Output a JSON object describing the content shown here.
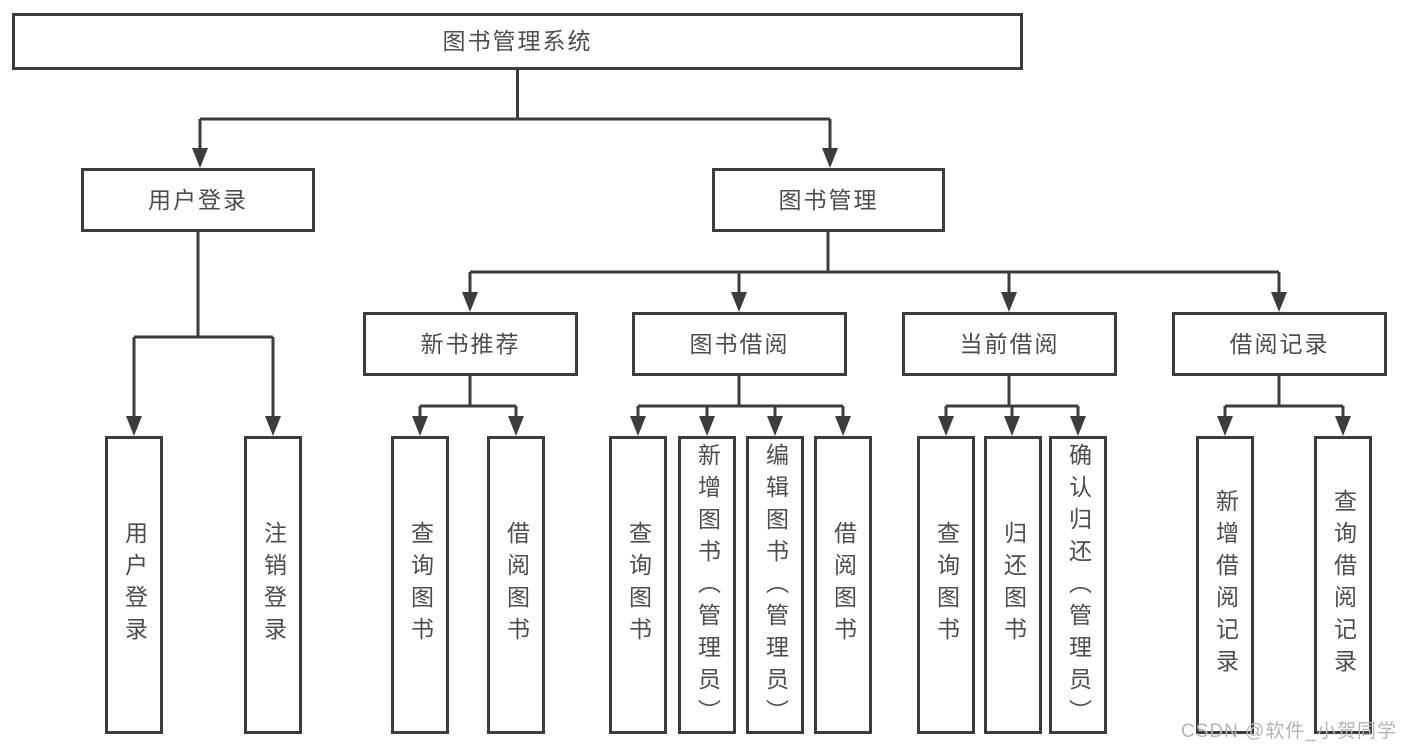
{
  "diagram": {
    "title_note": "library management system feature structure diagram",
    "root": {
      "label": "图书管理系统"
    },
    "level2": [
      {
        "label": "用户登录"
      },
      {
        "label": "图书管理"
      }
    ],
    "level3": [
      {
        "label": "新书推荐"
      },
      {
        "label": "图书借阅"
      },
      {
        "label": "当前借阅"
      },
      {
        "label": "借阅记录"
      }
    ],
    "leaves": [
      {
        "label": "用户登录",
        "parent": "用户登录"
      },
      {
        "label": "注销登录",
        "parent": "用户登录"
      },
      {
        "label": "查询图书",
        "parent": "新书推荐"
      },
      {
        "label": "借阅图书",
        "parent": "新书推荐"
      },
      {
        "label": "查询图书",
        "parent": "图书借阅"
      },
      {
        "label": "新增图书（管理员）",
        "parent": "图书借阅"
      },
      {
        "label": "编辑图书（管理员）",
        "parent": "图书借阅"
      },
      {
        "label": "借阅图书",
        "parent": "图书借阅"
      },
      {
        "label": "查询图书",
        "parent": "当前借阅"
      },
      {
        "label": "归还图书",
        "parent": "当前借阅"
      },
      {
        "label": "确认归还（管理员）",
        "parent": "当前借阅"
      },
      {
        "label": "新增借阅记录",
        "parent": "借阅记录"
      },
      {
        "label": "查询借阅记录",
        "parent": "借阅记录"
      }
    ]
  },
  "watermark": {
    "text": "CSDN @软件_小贺同学"
  },
  "colors": {
    "line": "#3c3c3c",
    "text": "#4d4d4d",
    "watermark": "#b4b4b4",
    "background": "#ffffff"
  }
}
